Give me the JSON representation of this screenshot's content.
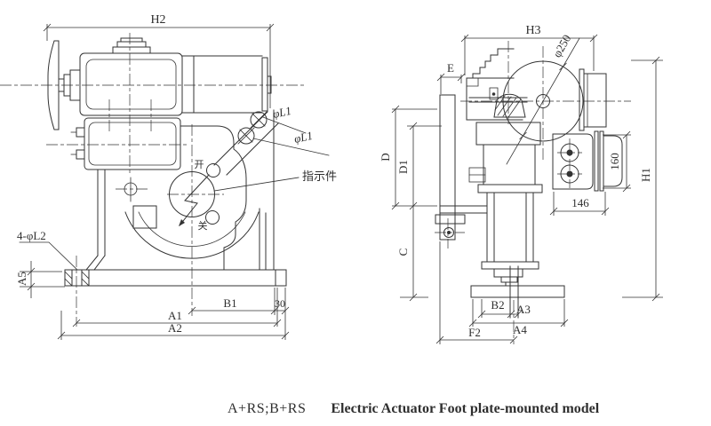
{
  "front_view": {
    "width_overall": "H2",
    "hole_dia_label_1": "φL1",
    "hole_dia_label_2": "φL1",
    "indicator_callout": "指示件",
    "dial_open": "开",
    "dial_close": "关",
    "foot_hole_callout": "4-φL2",
    "plate_thickness": "A5",
    "dim_b1": "B1",
    "dim_30": "30",
    "dim_a1": "A1",
    "dim_a2": "A2"
  },
  "side_view": {
    "width_overall": "H3",
    "handwheel_dia": "φ250",
    "dim_e": "E",
    "dim_d": "D",
    "dim_d1": "D1",
    "dim_c": "C",
    "dim_160": "160",
    "dim_146": "146",
    "height_overall": "H1",
    "dim_b2": "B2",
    "dim_a3": "A3",
    "dim_a4": "A4",
    "dim_f2": "F2"
  },
  "caption": {
    "model_code": "A+RS;B+RS",
    "title": "Electric Actuator Foot plate-mounted model"
  },
  "colors": {
    "line": "#333333",
    "text": "#2f2f2f",
    "background": "#ffffff"
  }
}
